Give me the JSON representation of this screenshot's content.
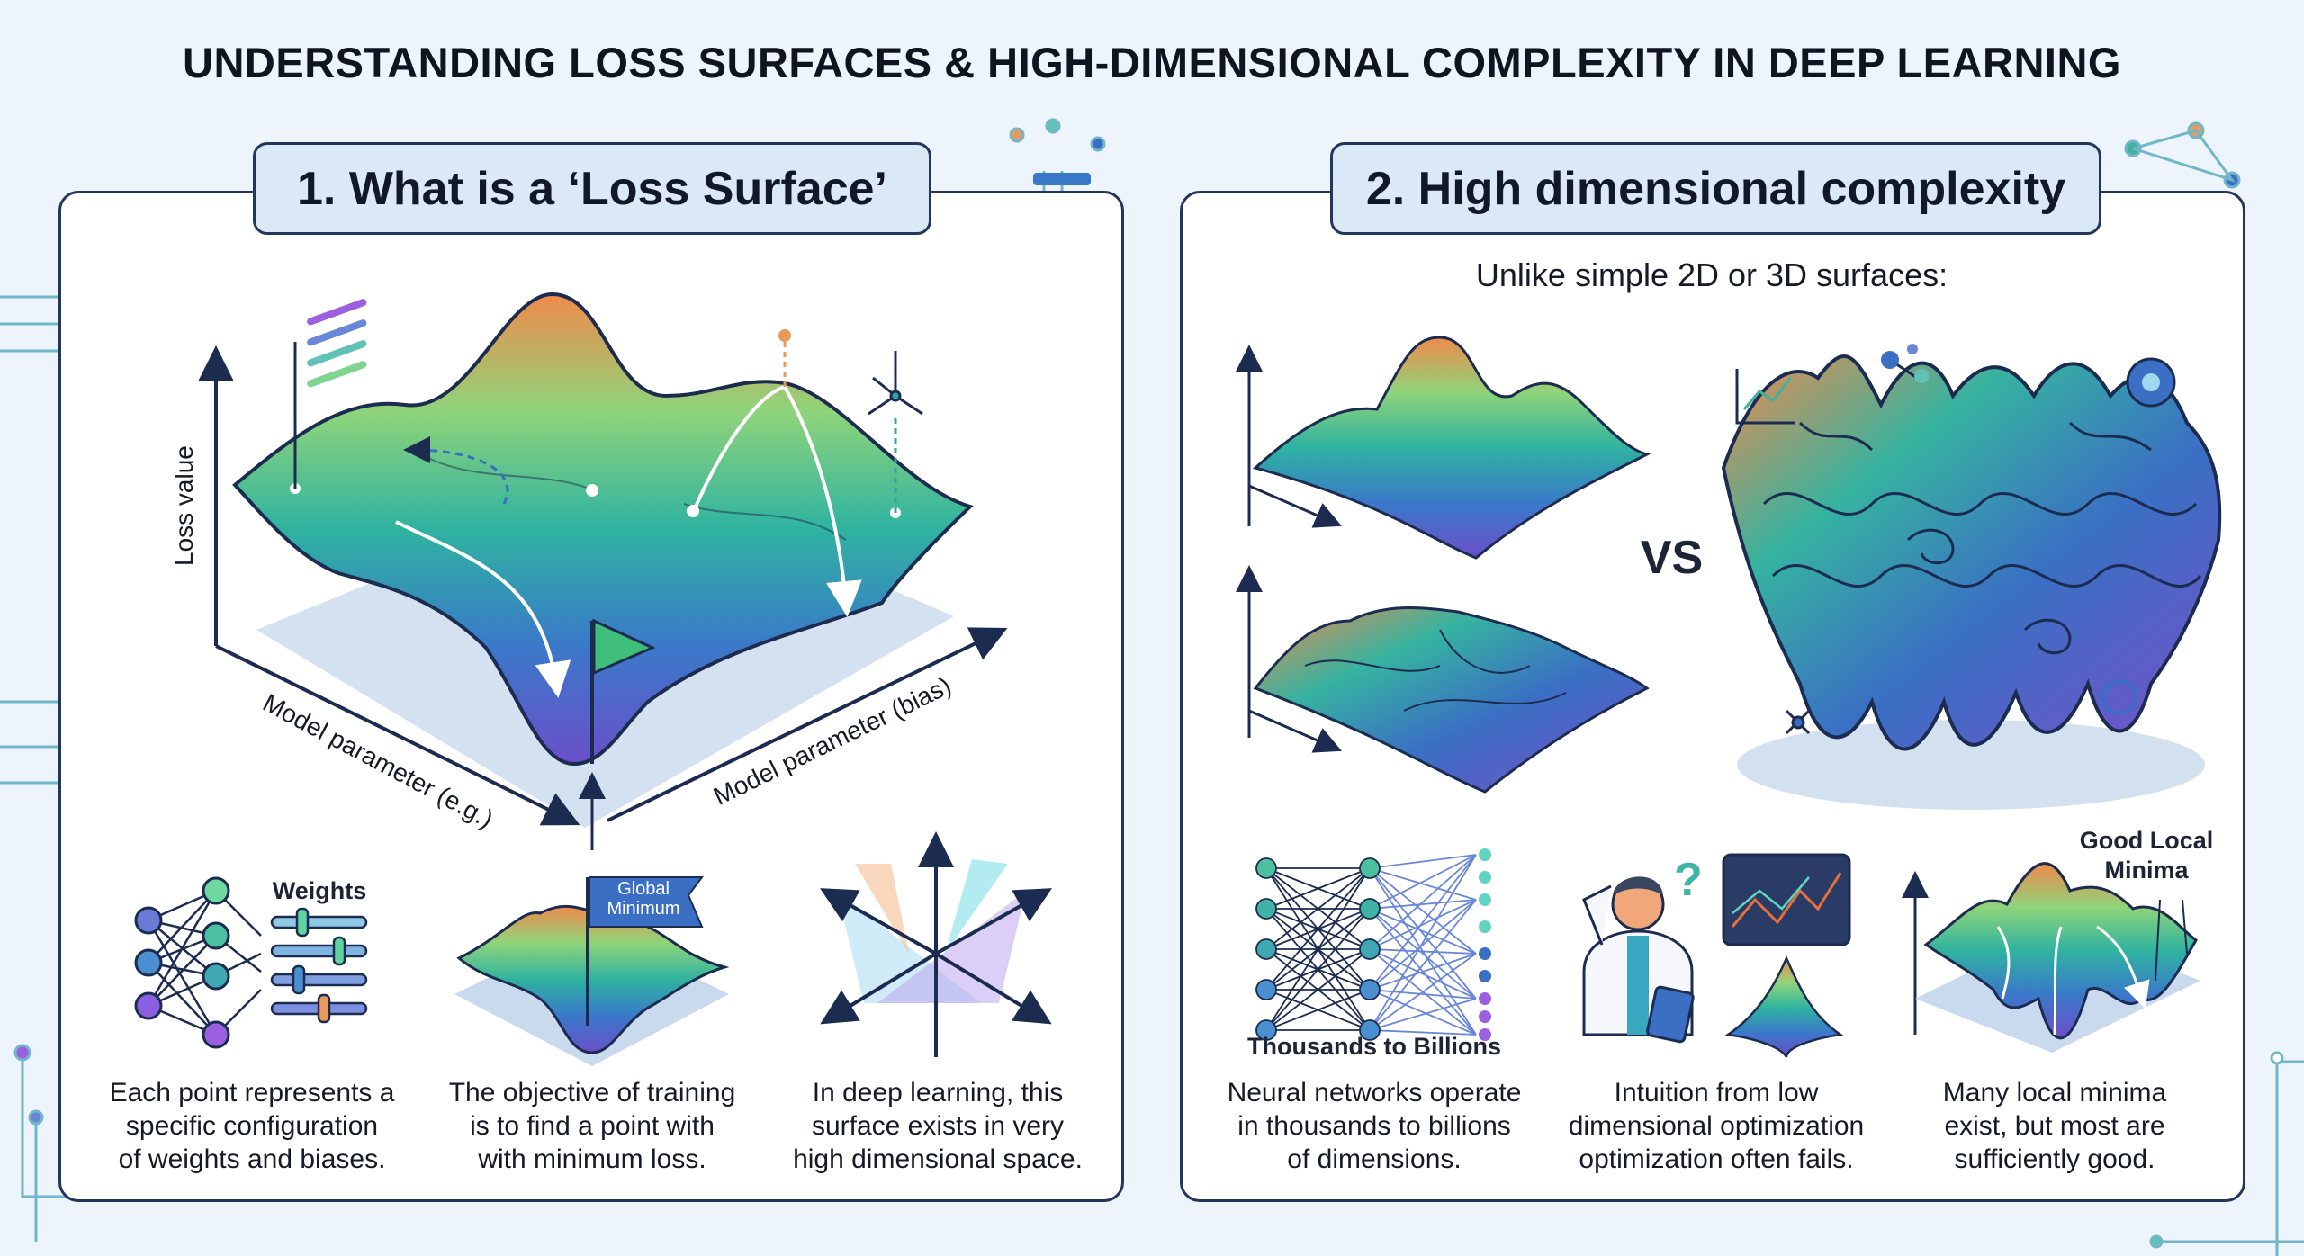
{
  "title": "UNDERSTANDING LOSS SURFACES & HIGH-DIMENSIONAL COMPLEXITY IN DEEP LEARNING",
  "section1": {
    "heading": "1. What is a ‘Loss Surface’",
    "axis_y": "Loss value",
    "axis_x1": "Model parameter (e.g.)",
    "axis_x2": "Model parameter (bias)",
    "weights_label": "Weights",
    "flag_label": "Global\nMinimum",
    "captions": [
      "Each point represents a\nspecific configuration\nof weights and biases.",
      "The objective of training\nis to find a point with\nwith minimum loss.",
      "In deep learning, this\nsurface exists in very\nhigh dimensional space."
    ]
  },
  "section2": {
    "heading": "2. High dimensional complexity",
    "subtitle": "Unlike simple 2D or 3D surfaces:",
    "vs": "VS",
    "network_label": "Thousands to Billions",
    "minima_label": "Good Local\nMinima",
    "captions": [
      "Neural networks operate\nin thousands to billions\nof dimensions.",
      "Intuition from low\ndimensional optimization\noptimization often fails.",
      "Many local minima\nexist, but most are\nsufficiently good."
    ]
  },
  "colors": {
    "border": "#22365e",
    "pill": "#dbe8f6",
    "peak": "#f08a4b",
    "mid": "#2fb3a0",
    "low": "#6b4fc9"
  }
}
